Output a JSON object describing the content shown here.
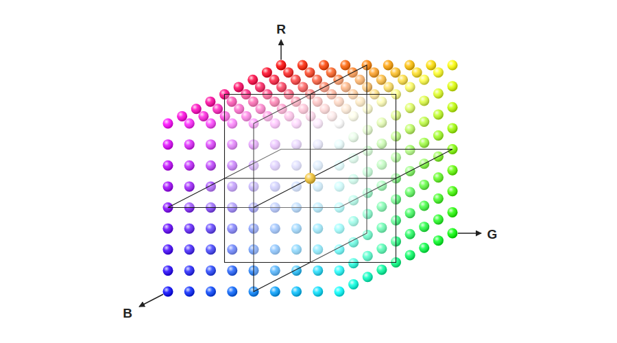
{
  "diagram": {
    "labels": [
      "R",
      "G",
      "B"
    ]
  }
}
